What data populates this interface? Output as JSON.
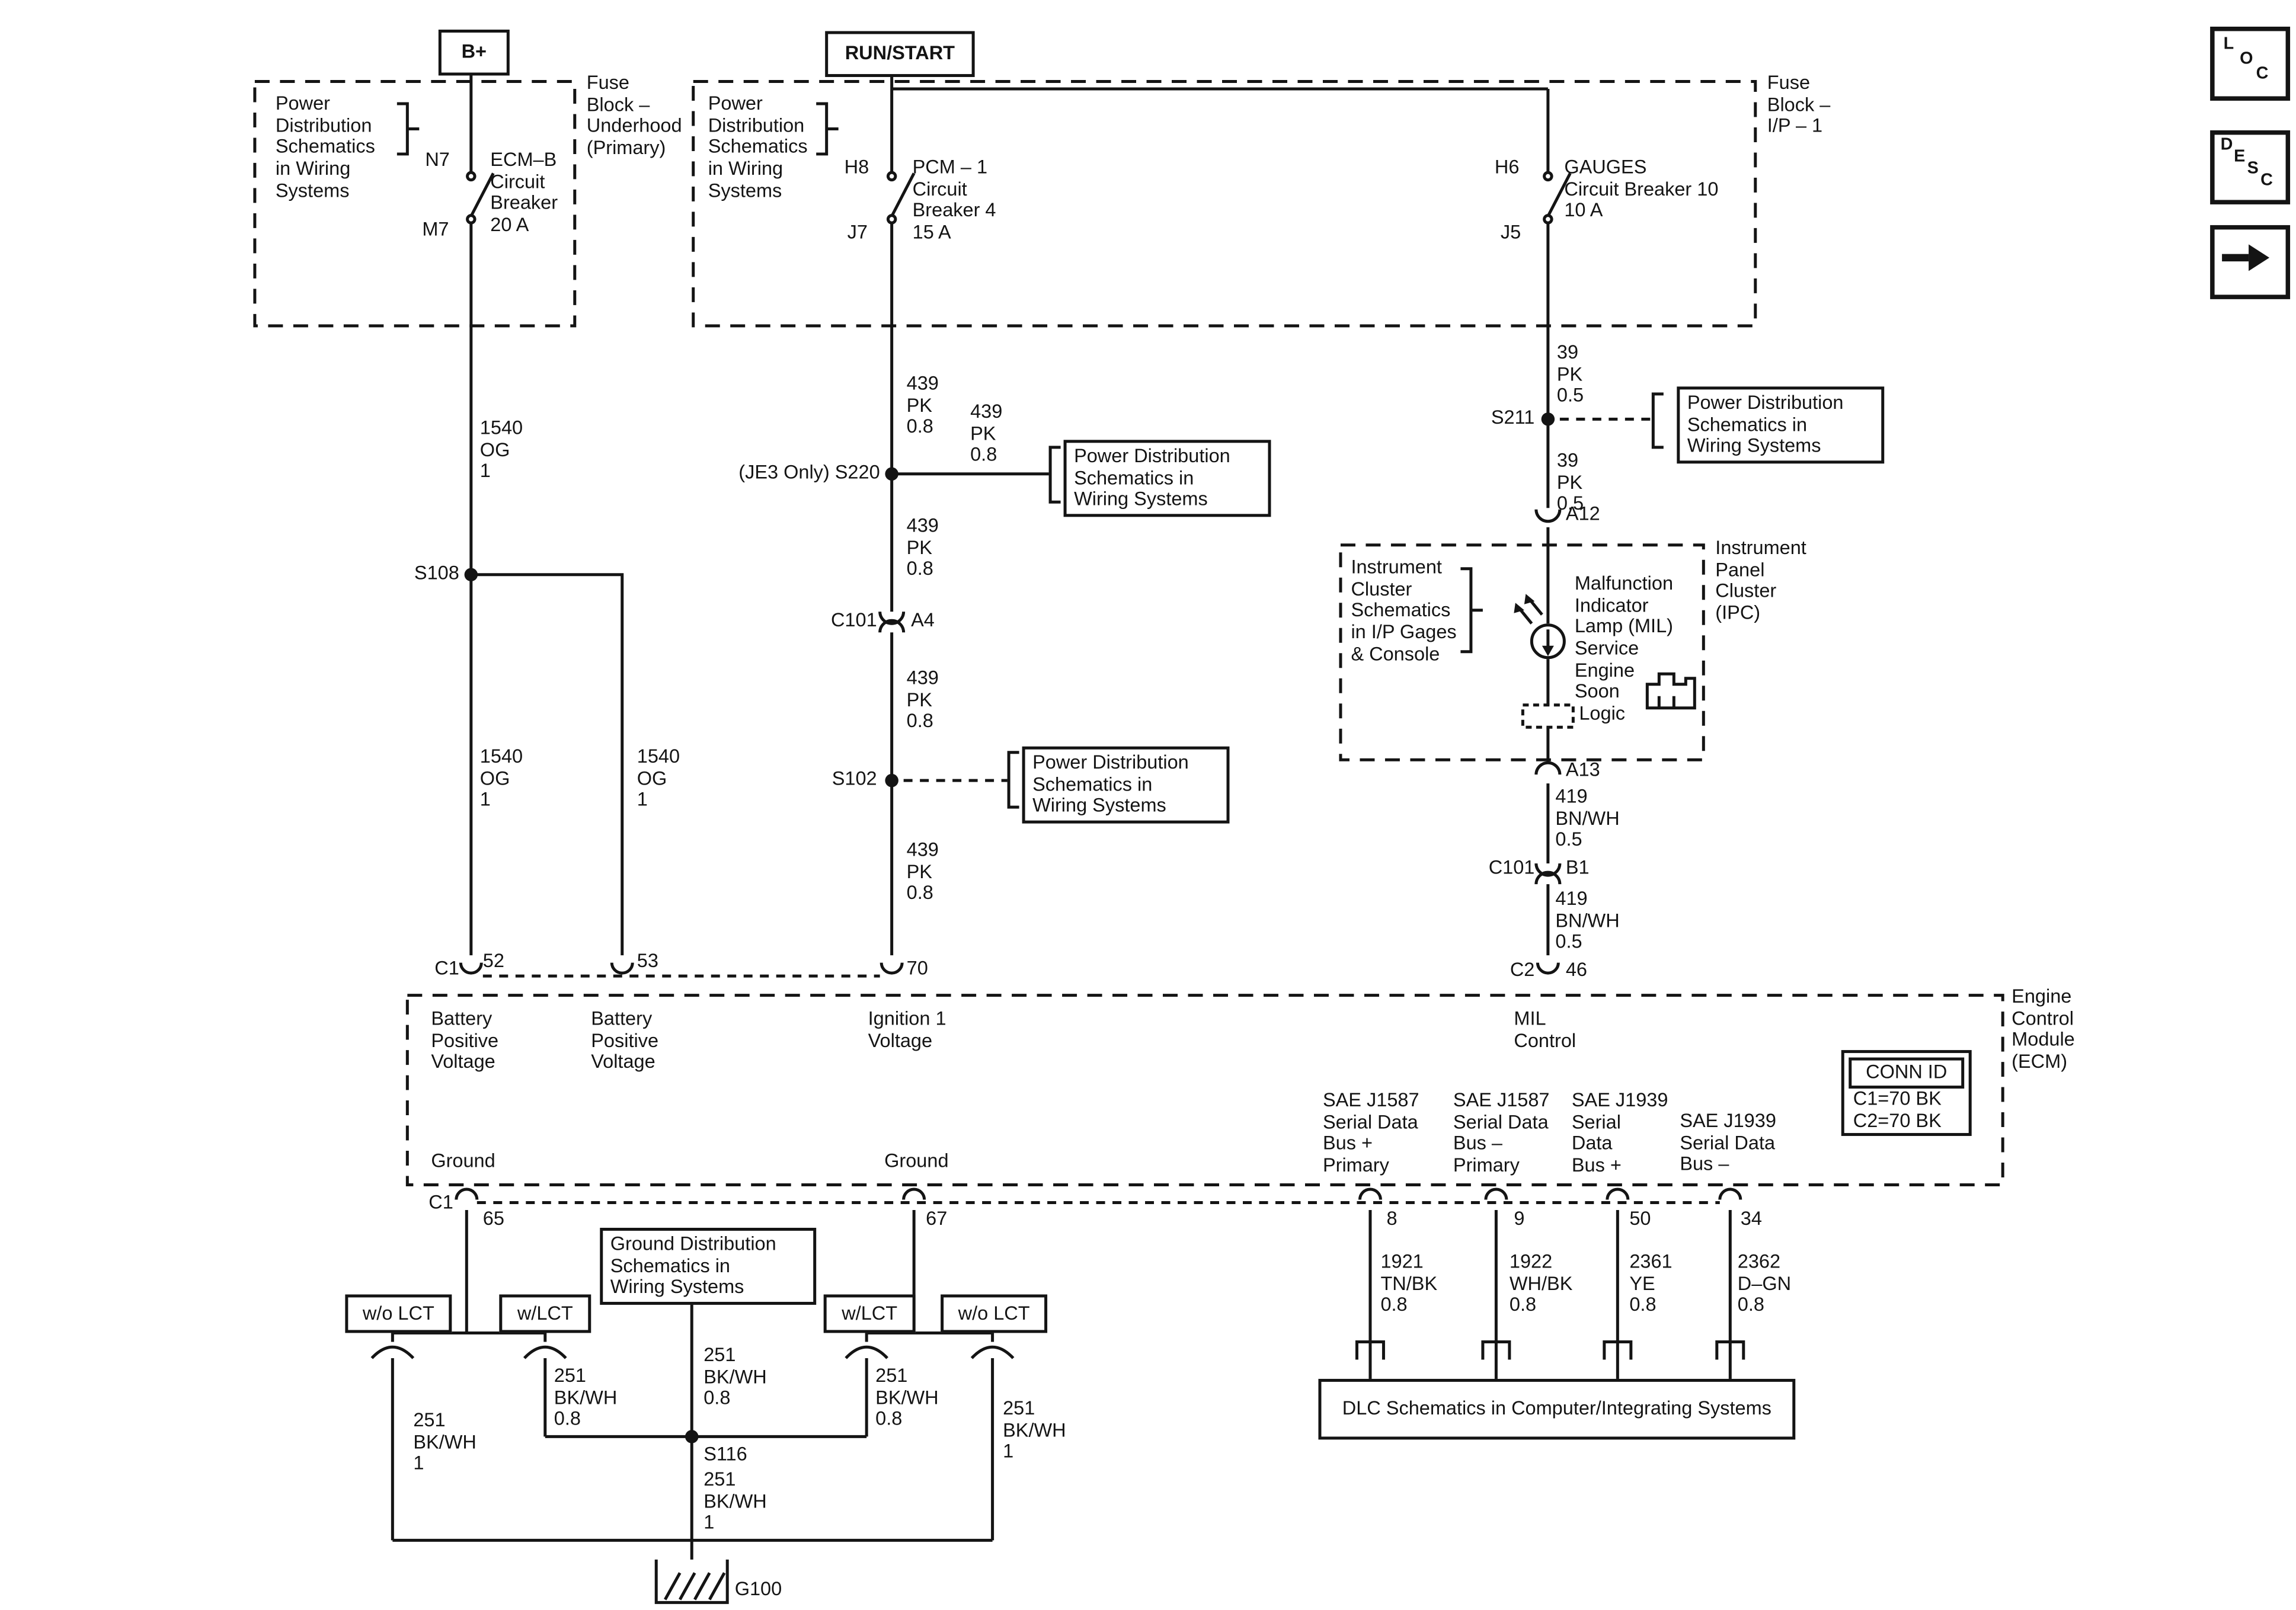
{
  "sources": {
    "b_plus": "B+",
    "run_start": "RUN/START"
  },
  "corner": {
    "loc_letters": [
      "L",
      "O",
      "C"
    ],
    "desc_letters": [
      "D",
      "E",
      "S",
      "C"
    ]
  },
  "fuse_underhood": {
    "note": "Power\nDistribution\nSchematics\nin Wiring\nSystems",
    "label": "Fuse\nBlock –\nUnderhood\n(Primary)",
    "pin_top": "N7",
    "pin_bottom": "M7",
    "breaker": "ECM–B\nCircuit\nBreaker\n20 A"
  },
  "fuse_ip": {
    "note": "Power\nDistribution\nSchematics\nin Wiring\nSystems",
    "label": "Fuse\nBlock –\nI/P – 1",
    "pcm": {
      "pin_top": "H8",
      "pin_bottom": "J7",
      "breaker": "PCM – 1\nCircuit\nBreaker 4\n15 A"
    },
    "gauges": {
      "pin_top": "H6",
      "pin_bottom": "J5",
      "breaker": "GAUGES\nCircuit Breaker 10\n10 A"
    }
  },
  "refs": {
    "pd_box": "Power Distribution\nSchematics in\nWiring  Systems",
    "gnd_box": "Ground Distribution\nSchematics in\nWiring Systems",
    "dlc_box": "DLC Schematics in Computer/Integrating Systems"
  },
  "splices": {
    "s108": "S108",
    "s220": "(JE3 Only) S220",
    "s102": "S102",
    "s211": "S211",
    "s116": "S116"
  },
  "connectors": {
    "c101_a": "C101",
    "a4": "A4",
    "c101_b": "C101",
    "b1": "B1",
    "a12": "A12",
    "a13": "A13",
    "c1_top": "C1",
    "c1_bottom": "C1",
    "c2": "C2",
    "g100": "G100"
  },
  "pins": {
    "p52": "52",
    "p53": "53",
    "p70": "70",
    "p46": "46",
    "p65": "65",
    "p67": "67",
    "p8": "8",
    "p9": "9",
    "p50": "50",
    "p34": "34"
  },
  "wire_labels": {
    "w1540_a": "1540\nOG\n1",
    "w1540_b": "1540\nOG\n1",
    "w1540_c": "1540\nOG\n1",
    "w439_a": "439\nPK\n0.8",
    "w439_branch": "439\nPK\n0.8",
    "w439_b": "439\nPK\n0.8",
    "w439_c": "439\nPK\n0.8",
    "w439_d": "439\nPK\n0.8",
    "w39_a": "39\nPK\n0.5",
    "w39_b": "39\nPK\n0.5",
    "w419_a": "419\nBN/WH\n0.5",
    "w419_b": "419\nBN/WH\n0.5"
  },
  "ipc": {
    "note": "Instrument\nCluster\nSchematics\nin I/P Gages\n& Console",
    "mil": "Malfunction\nIndicator\nLamp (MIL)\nService\nEngine\nSoon",
    "logic": "Logic",
    "label": "Instrument\nPanel\nCluster\n(IPC)"
  },
  "ecm": {
    "label": "Engine\nControl\nModule\n(ECM)",
    "batt1": "Battery\nPositive\nVoltage",
    "batt2": "Battery\nPositive\nVoltage",
    "ign": "Ignition 1\nVoltage",
    "mil_control": "MIL\nControl",
    "ground1": "Ground",
    "ground2": "Ground",
    "conn_id_title": "CONN ID",
    "conn_id_body": "C1=70 BK\nC2=70 BK",
    "sae1": "SAE J1587\nSerial Data\nBus +\nPrimary",
    "sae2": "SAE J1587\nSerial Data\nBus –\nPrimary",
    "sae3": "SAE J1939\nSerial\nData\nBus +",
    "sae4": "SAE J1939\nSerial Data\nBus –"
  },
  "options": {
    "wo_lct_1": "w/o LCT",
    "w_lct_1": "w/LCT",
    "w_lct_2": "w/LCT",
    "wo_lct_2": "w/o LCT"
  },
  "bottom_wires": {
    "w251_a": "251\nBK/WH\n1",
    "w251_b": "251\nBK/WH\n0.8",
    "w251_c": "251\nBK/WH\n0.8",
    "w251_d": "251\nBK/WH\n0.8",
    "w251_e": "251\nBK/WH\n1",
    "w251_f": "251\nBK/WH\n1",
    "w1921": "1921\nTN/BK\n0.8",
    "w1922": "1922\nWH/BK\n0.8",
    "w2361": "2361\nYE\n0.8",
    "w2362": "2362\nD–GN\n0.8"
  }
}
